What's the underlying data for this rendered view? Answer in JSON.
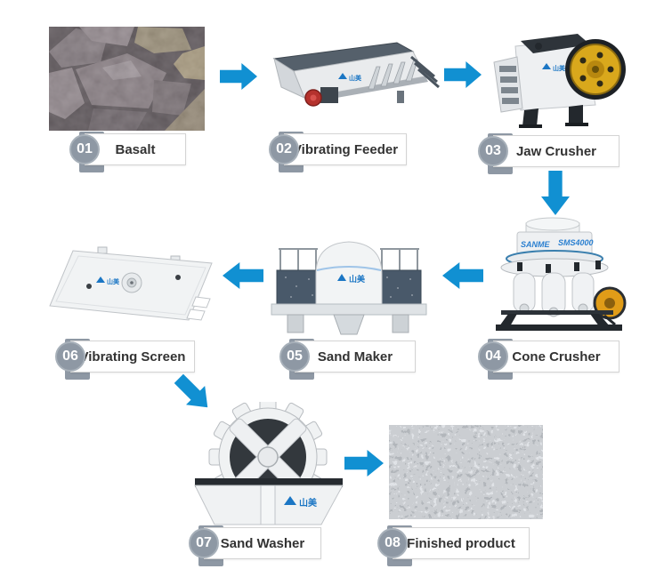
{
  "diagram": {
    "accent_color": "#1190d2",
    "badge_color": "#8e98a4",
    "steps": [
      {
        "number": "01",
        "label": "Basalt"
      },
      {
        "number": "02",
        "label": "Vibrating Feeder"
      },
      {
        "number": "03",
        "label": "Jaw Crusher"
      },
      {
        "number": "04",
        "label": "Cone Crusher"
      },
      {
        "number": "05",
        "label": "Sand Maker"
      },
      {
        "number": "06",
        "label": "Vibrating Screen"
      },
      {
        "number": "07",
        "label": "Sand Washer"
      },
      {
        "number": "08",
        "label": "Finished product"
      }
    ],
    "arrows": [
      {
        "from": "Basalt",
        "to": "Vibrating Feeder",
        "direction": "right"
      },
      {
        "from": "Vibrating Feeder",
        "to": "Jaw Crusher",
        "direction": "right"
      },
      {
        "from": "Jaw Crusher",
        "to": "Cone Crusher",
        "direction": "down"
      },
      {
        "from": "Cone Crusher",
        "to": "Sand Maker",
        "direction": "left"
      },
      {
        "from": "Sand Maker",
        "to": "Vibrating Screen",
        "direction": "left"
      },
      {
        "from": "Vibrating Screen",
        "to": "Sand Washer",
        "direction": "down-right"
      },
      {
        "from": "Sand Washer",
        "to": "Finished product",
        "direction": "right"
      }
    ],
    "machine_markings": {
      "brand_logo": "山美",
      "cone_crusher_brand": "SANME",
      "cone_crusher_model": "SMS4000"
    }
  }
}
